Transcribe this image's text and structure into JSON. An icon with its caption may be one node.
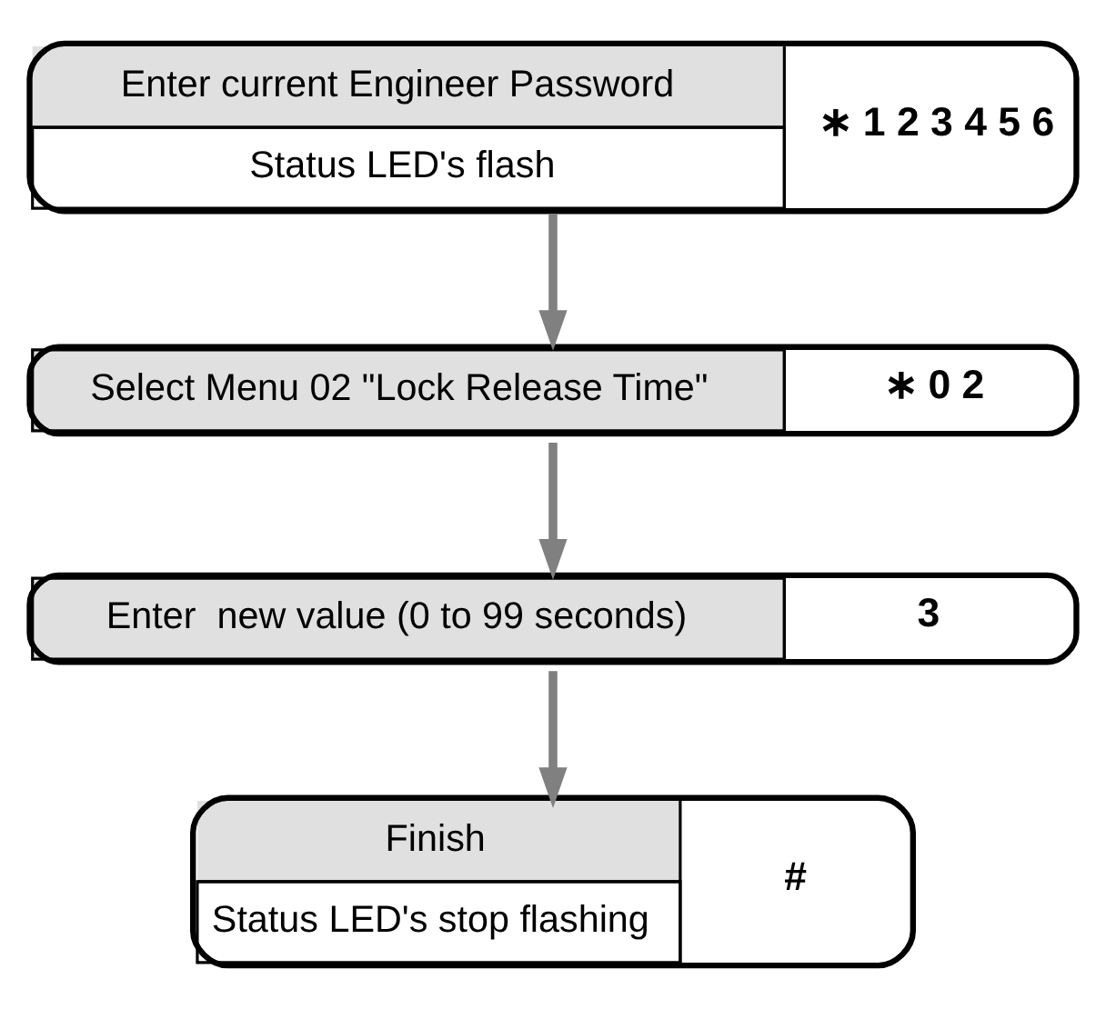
{
  "diagram": {
    "nodes": [
      {
        "text": [
          "Enter current Engineer Password",
          "Status LED's flash",
          "∗ 1 2 3 4 5 6"
        ]
      },
      {
        "text": [
          "Select Menu 02 \"Lock Release Time\"",
          "∗ 0 2"
        ]
      },
      {
        "text": [
          "Enter  new value (0 to 99 seconds)",
          "3"
        ]
      },
      {
        "text": [
          "Finish",
          "Status LED's stop flashing",
          "#"
        ]
      }
    ],
    "edges": [
      {
        "from": 0,
        "to": 1,
        "arrow": "to"
      },
      {
        "from": 1,
        "to": 2,
        "arrow": "to"
      },
      {
        "from": 2,
        "to": 3,
        "arrow": "to"
      }
    ]
  }
}
